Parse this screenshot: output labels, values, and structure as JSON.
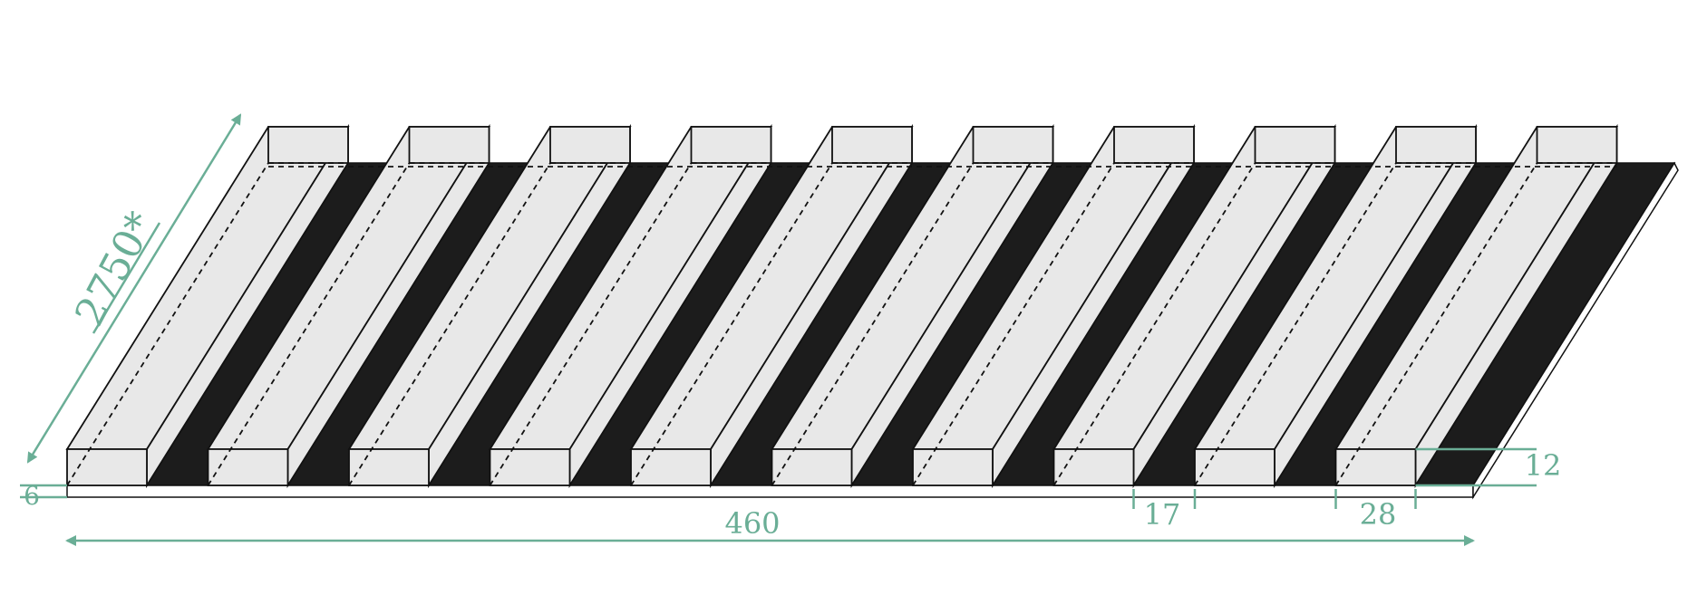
{
  "diagram": {
    "slat_count": 10,
    "colors": {
      "slat_face": "#e8e8e8",
      "felt": "#1c1c1c",
      "outline": "#111111",
      "dimension": "#6aae96",
      "base_board": "#ffffff"
    },
    "dimensions": {
      "length": "2750*",
      "width": "460",
      "slat_gap": "17",
      "slat_width": "28",
      "slat_height": "12",
      "base_thickness": "6"
    }
  }
}
